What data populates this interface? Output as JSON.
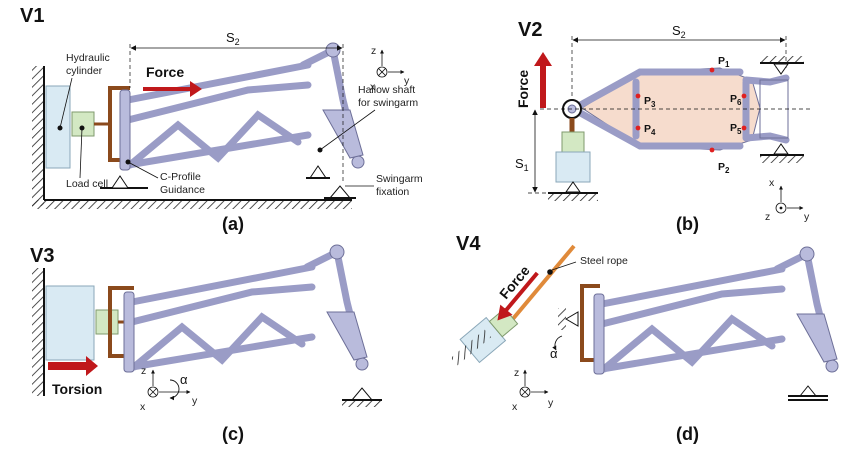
{
  "panels": {
    "a": {
      "variant": "V1",
      "caption": "(a)",
      "labels": {
        "hydraulic_cylinder_1": "Hydraulic",
        "hydraulic_cylinder_2": "cylinder",
        "load_cell": "Load cell",
        "cprofile_1": "C-Profile",
        "cprofile_2": "Guidance",
        "force": "Force",
        "s2": "S",
        "s2_sub": "2",
        "hollow_shaft_1": "Hallow shaft",
        "hollow_shaft_2": "for swingarm",
        "swingarm_fix_1": "Swingarm",
        "swingarm_fix_2": "fixation"
      },
      "axes": {
        "z": "z",
        "x": "x",
        "y": "y"
      }
    },
    "b": {
      "variant": "V2",
      "caption": "(b)",
      "labels": {
        "force": "Force",
        "s1": "S",
        "s1_sub": "1",
        "s2": "S",
        "s2_sub": "2",
        "p1": "P",
        "p1_sub": "1",
        "p2": "P",
        "p2_sub": "2",
        "p3": "P",
        "p3_sub": "3",
        "p4": "P",
        "p4_sub": "4",
        "p5": "P",
        "p5_sub": "5",
        "p6": "P",
        "p6_sub": "6"
      },
      "axes": {
        "x": "x",
        "z": "z",
        "y": "y"
      }
    },
    "c": {
      "variant": "V3",
      "caption": "(c)",
      "labels": {
        "torsion": "Torsion"
      },
      "axes": {
        "z": "z",
        "x": "x",
        "y": "y",
        "alpha": "α"
      }
    },
    "d": {
      "variant": "V4",
      "caption": "(d)",
      "labels": {
        "force": "Force",
        "steel_rope": "Steel rope",
        "alpha": "α"
      },
      "axes": {
        "z": "z",
        "x": "x",
        "y": "y"
      }
    }
  },
  "colors": {
    "frame_tube": "#b9bbdc",
    "hydraulic": "#d9eaf3",
    "load_cell": "#d3e8c3",
    "c_profile": "#8b4a1c",
    "force_arrow": "#c0181b",
    "rope": "#e08a3a"
  }
}
